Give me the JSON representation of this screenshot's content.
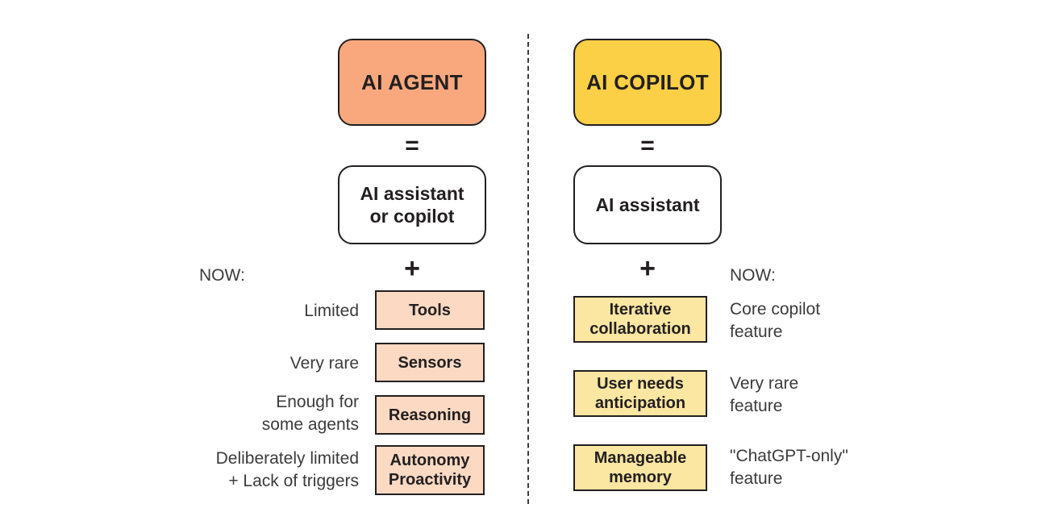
{
  "diagram": {
    "divider": {
      "style": "dashed-vertical"
    },
    "left_column": {
      "header": "AI AGENT",
      "header_color": "#F9A87E",
      "operator_equals": "=",
      "base": "AI assistant\nor copilot",
      "base_line1": "AI assistant",
      "base_line2": "or copilot",
      "operator_plus": "+",
      "now_label": "NOW:",
      "components": [
        {
          "box_line1": "Tools",
          "box_line2": "",
          "note_line1": "Limited",
          "note_line2": ""
        },
        {
          "box_line1": "Sensors",
          "box_line2": "",
          "note_line1": "Very rare",
          "note_line2": ""
        },
        {
          "box_line1": "Reasoning",
          "box_line2": "",
          "note_line1": "Enough for",
          "note_line2": "some agents"
        },
        {
          "box_line1": "Autonomy",
          "box_line2": "Proactivity",
          "note_line1": "Deliberately limited",
          "note_line2": "+ Lack of triggers"
        }
      ]
    },
    "right_column": {
      "header": "AI COPILOT",
      "header_color": "#FBCF46",
      "operator_equals": "=",
      "base_line1": "AI assistant",
      "operator_plus": "+",
      "now_label": "NOW:",
      "components": [
        {
          "box_line1": "Iterative",
          "box_line2": "collaboration",
          "note_line1": "Core copilot",
          "note_line2": "feature"
        },
        {
          "box_line1": "User needs",
          "box_line2": "anticipation",
          "note_line1": "Very rare",
          "note_line2": "feature"
        },
        {
          "box_line1": "Manageable",
          "box_line2": "memory",
          "note_line1": "\"ChatGPT-only\"",
          "note_line2": "feature"
        }
      ]
    },
    "colors": {
      "agent_header": "#F9A87E",
      "agent_feature": "#FBD9C3",
      "copilot_header": "#FBCF46",
      "copilot_feature": "#FBE6A2",
      "outline": "#231f20",
      "note_text": "#3b3b3b",
      "background": "#ffffff"
    }
  }
}
